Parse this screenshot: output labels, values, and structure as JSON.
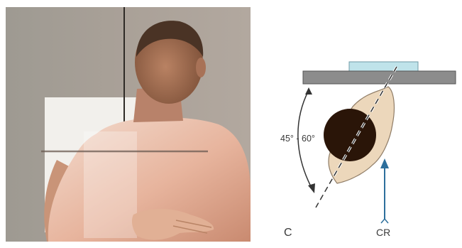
{
  "figure": {
    "angle_label": "45° - 60°",
    "panel_label": "C",
    "central_ray_label": "CR"
  },
  "colors": {
    "wall": "#aaa198",
    "skin": "#d9a58c",
    "skin_highlight": "#f6e6dc",
    "hair": "#4a3325",
    "film_holder": "#8c8c8c",
    "detector": "#bfe3ea",
    "humeral_head": "#2a1508",
    "scapula": "#ecd7bb",
    "arrow": "#2d6f9c"
  }
}
